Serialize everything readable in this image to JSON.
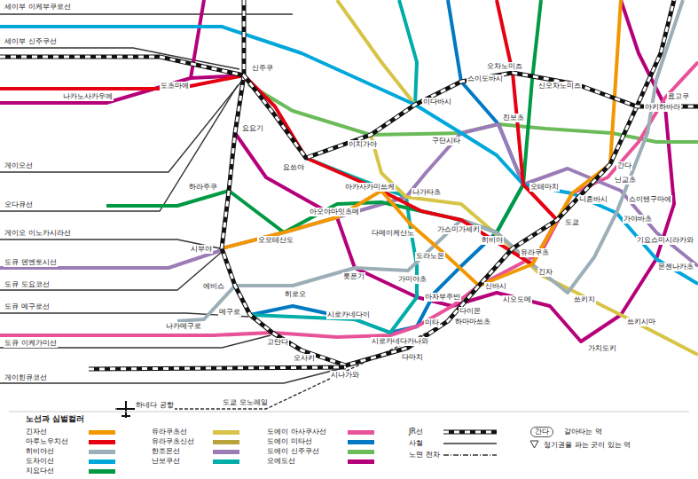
{
  "diagram": {
    "labels": [
      "세이부 이케부쿠로선",
      "세이부 신주쿠선",
      "나카노사카우에",
      "도초마에",
      "신주쿠",
      "요요기",
      "하라주쿠",
      "시부야",
      "에비스",
      "메구로",
      "고탄다",
      "오사키",
      "시나가와",
      "다마치",
      "하마마쓰초",
      "신바시",
      "유라쿠초",
      "도쿄",
      "간다",
      "아키하바라",
      "요쓰야",
      "이치가야",
      "이다바시",
      "스이도바시",
      "오차노미즈",
      "신오차노미즈",
      "오테마치",
      "니혼바시",
      "긴자",
      "히비야",
      "가스미가세키",
      "도라노몬",
      "다메이케산노",
      "아카사카미쓰케",
      "나가타초",
      "아오야마잇초메",
      "오모테산도",
      "롯폰기",
      "가미야초",
      "히로오",
      "아자부주반",
      "미타",
      "다이몬",
      "시오도메",
      "쓰키지",
      "가치도키",
      "쓰키시마",
      "가야바초",
      "몬젠나카초",
      "구단시타",
      "진보초",
      "닌교초",
      "시로카네다카나와",
      "시로카네다이",
      "나카메구로",
      "스이텐구마에",
      "기요스미시라카와",
      "료고쿠",
      "게이오선",
      "오다큐선",
      "게이오 이노카시라선",
      "도큐 덴엔토시선",
      "도큐 도요코선",
      "도큐 메구로선",
      "도큐 이케가미선",
      "게이힌큐코선",
      "하네다 공항",
      "도쿄 모노레일",
      "노선과 심벌컬러",
      "간다"
    ],
    "legend": [
      {
        "text": "긴자선",
        "color": "#f39700"
      },
      {
        "text": "마루노우치선",
        "color": "#e60012"
      },
      {
        "text": "히비야선",
        "color": "#9caeb7"
      },
      {
        "text": "도자이선",
        "color": "#00a7db"
      },
      {
        "text": "지요다선",
        "color": "#009944"
      },
      {
        "text": "유라쿠초선",
        "color": "#d7c447"
      },
      {
        "text": "유라쿠초신선",
        "color": "#b8a43a"
      },
      {
        "text": "한조몬선",
        "color": "#9b7cb6"
      },
      {
        "text": "난보쿠선",
        "color": "#00ada9"
      },
      {
        "text": "도에이 아사쿠사선",
        "color": "#e85298"
      },
      {
        "text": "도에이 미타선",
        "color": "#0079c2"
      },
      {
        "text": "도에이 신주쿠선",
        "color": "#6cbb5a"
      },
      {
        "text": "오에도선",
        "color": "#b6007a"
      },
      {
        "text": "JR선"
      },
      {
        "text": "사철"
      },
      {
        "text": "노면 전차"
      },
      {
        "text": "갈아타는 역"
      },
      {
        "text": "정기권을 파는 곳이 있는 역"
      }
    ]
  }
}
